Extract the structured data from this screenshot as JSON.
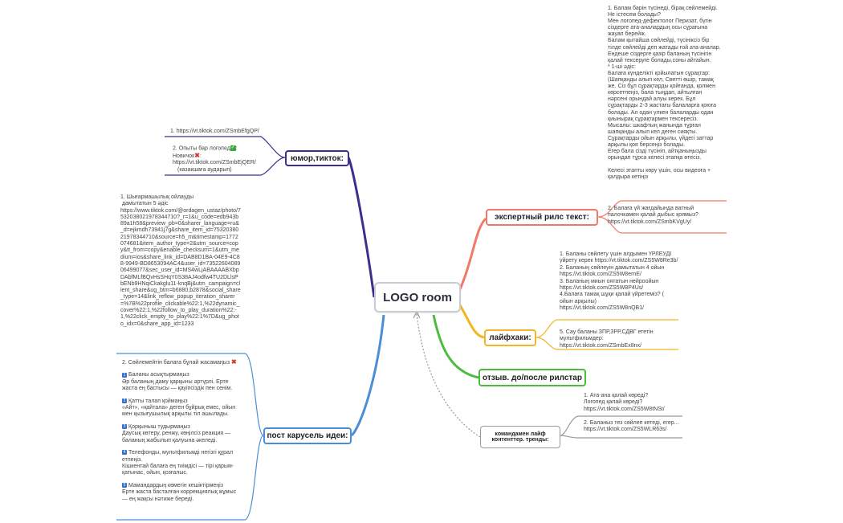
{
  "central": {
    "label": "LOGO room"
  },
  "branches": {
    "humor": {
      "label": "юмор,тикток:",
      "color": "#3d2f8f",
      "item1": "1. https://vt.tiktok.com/ZSmbEfgQP/",
      "item2": {
        "line1": "2. Опыты бар логопед",
        "line2": "Новичок",
        "line3": "https://vt.tiktok.com/ZSmbEjQER/",
        "line4": "(казакшаға аударып)"
      }
    },
    "experts": {
      "label": "экспертный рилс текст:",
      "color": "#f07a6a",
      "item1": "1. Балам барін түсінеді, бірақ сөйлемейді.\nНе істесем болады?\nМен логопед-дефектолог Перизат, бүгін сіздерге ата-аналардың осы сұрағына жауап берейік.\nБалам қытайша сөйлейді, түсінікcіз бір тілде сөйлейді деп жатады ғой ата-аналар. Ендеше сіздерге қазір баланың түсінігін қалай тексеруге болады,соны айтайын.\n* 1-ші әдіс:\nБалаға күнделікті қойылатын сұрақтар: (Шапқанды алып кел, Светті өшір, тамақ же. Сіз бұл сұрақтарды қойғанда, қолмен көрсетпеңіз, бала тыңдап, айтылған нәрсені орындай алуы керек. Бұл сұрақтарды 2-3 жастағы балаларға қоюға болады. Ал одан үлкен балаларды одан қиынырақ сұрақтармен тексересіз. Мысалы: шкафтың жанында тұрған шапқанды алып кел деген сияқты. Сұрақтарды ойын арқылы, үйдегі заттар арқылы қоя берсеңіз болады.\nЕгер бала сізді түсініп, айтқаныңызды орындап тұрса келесі этапқа өтесіз.\n\nКелесі этапты көру үшін, осы видеоға + қалдыра кетіңіз",
      "item2": "2. Балаға үй жағдайында ватный палочкамен қалай дыбыс қоямыз?\nhttps://vt.tiktok.com/ZSmbKVgUy/"
    },
    "lifehacks": {
      "label": "лайфхаки:",
      "color": "#f2b523",
      "item1": "1. Баланы сөйлету үшін алдымен ҮРЛЕУДІ үйрету керек https://vt.tiktok.com/ZS5W8Re3b/\n2. Баланың сөйлеуін дамытатын 4 ойын https://vt.tiktok.com/ZS5W8ernE/\n3. Баланың миын оятатын нейроойын https://vt.tiktok.com/ZS5W8P4Us/\n4.Балаға тамақ шұқи қалай үйретеміз? ( ойын арқылы) https://vt.tiktok.com/ZS5W8nQB1/",
      "item2": "5. Сау баланы ЗПР,ЗРР,СДВГ ететін мультфильмдер:\nhttps://vt.tiktok.com/ZSmbEx8nx/"
    },
    "reviews": {
      "label": "отзыв. до/после рилстар",
      "color": "#4cbc3e"
    },
    "trends": {
      "label": "командамен лайф контенттер. тренды:",
      "color": "#9a9a9a",
      "item1": "1. Ата-ана қалай көреді?\nЛогопед қалай көреді?\nhttps://vt.tiktok.com/ZS5W8tNSt/",
      "item2": "2. Баланыз тез сөйлеп кетеді, егер...\nhttps://vt.tiktok.com/ZS5WLR63s/"
    },
    "carousel": {
      "label": "пост карусель идеи:",
      "color": "#4a8fd6",
      "item1": "1. Шығармашылық ойлауды\n дамытатын 5 әдіс\nhttps://www.tiktok.com/@ordagen_ustaz/photo/7532038021978344710?_r=1&u_code=edb943b89a1h58&preview_pb=0&sharer_language=ru&_d=ejkmdh73941j7g&share_item_id=7532038021978344710&source=h5_m&timestamp=1772074681&item_author_type=2&utm_source=copy&tt_from=copy&enable_checksum=1&utm_medium=ios&share_link_id=DAB8D1BA-04E9-4C88-9949-BD8653094AC4&user_id=7352260408906499077&sec_user_id=MS4wLjABAAAABXbpDAbfMLfBQvHsSHqY0S38AJ4odfw4TU2DLlsPbENb9HNqiCkakglu11-knqBj&utm_campaign=client_share&ug_btm=b6880,b2878&social_share_type=14&link_reflow_popup_iteration_sharer=%7B%22profile_clickable%22:1,%22dynamic_cover%22:1,%22follow_to_play_duration%22:-1,%22click_empty_to_play%22:1%7D&ug_photo_idx=0&share_app_id=1233",
      "item2": {
        "title": "2. Сөйлемейтін балаға бұлай жасамаңыз",
        "points": [
          {
            "num": "1",
            "head": "Баланы асықтырмаңыз",
            "body": "Әр баланың даму қарқыны әртүрлі. Ерте жаста ең бастысы — қауіпсіздік пен сенім."
          },
          {
            "num": "2",
            "head": "Қатты талап қоймаңыз",
            "body": "«Айт», «қайтала» деген бұйрық емес, ойын мен қызығушылық арқылы тіл ашылады."
          },
          {
            "num": "3",
            "head": "Қорқыныш тудырмаңыз",
            "body": "Даусық көтеру, ренжу, көңілсіз реакция — баланың жабылып қалуына әкеледі."
          },
          {
            "num": "4",
            "head": "Телефонды, мультфильмді негізгі құрал етпеңіз.",
            "body": "Кішкентай балаға ең тиімдісі — тірі қарым-қатынас, ойын, қозғалыс."
          },
          {
            "num": "5",
            "head": "Мамандардың көмегін кешіктірмеңіз",
            "body": "Ерте жаста басталған коррекциялық жұмыс — ең жақсы нәтиже береді."
          }
        ]
      }
    }
  }
}
